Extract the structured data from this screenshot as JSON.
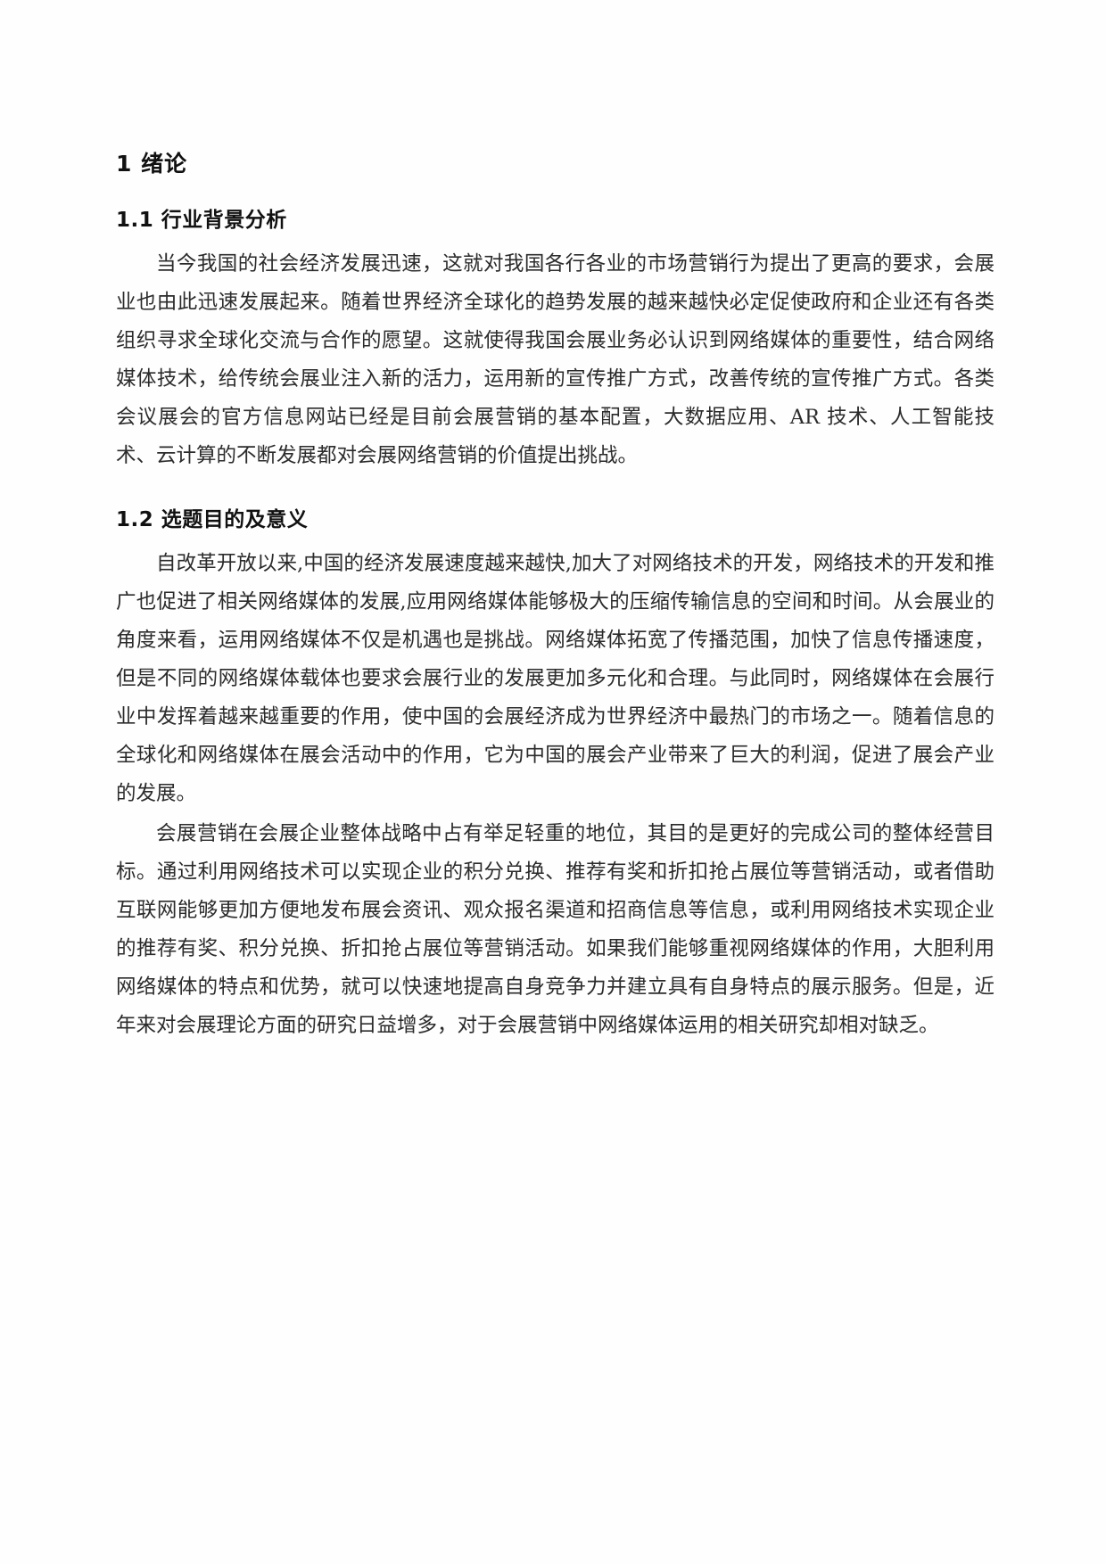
{
  "document": {
    "chapter_heading": "1 绪论",
    "sections": [
      {
        "heading": "1.1 行业背景分析",
        "paragraphs": [
          "当今我国的社会经济发展迅速，这就对我国各行各业的市场营销行为提出了更高的要求，会展业也由此迅速发展起来。随着世界经济全球化的趋势发展的越来越快必定促使政府和企业还有各类组织寻求全球化交流与合作的愿望。这就使得我国会展业务必认识到网络媒体的重要性，结合网络媒体技术，给传统会展业注入新的活力，运用新的宣传推广方式，改善传统的宣传推广方式。各类会议展会的官方信息网站已经是目前会展营销的基本配置，大数据应用、AR 技术、人工智能技术、云计算的不断发展都对会展网络营销的价值提出挑战。"
        ]
      },
      {
        "heading": "1.2 选题目的及意义",
        "paragraphs": [
          "自改革开放以来,中国的经济发展速度越来越快,加大了对网络技术的开发，网络技术的开发和推广也促进了相关网络媒体的发展,应用网络媒体能够极大的压缩传输信息的空间和时间。从会展业的角度来看，运用网络媒体不仅是机遇也是挑战。网络媒体拓宽了传播范围，加快了信息传播速度，但是不同的网络媒体载体也要求会展行业的发展更加多元化和合理。与此同时，网络媒体在会展行业中发挥着越来越重要的作用，使中国的会展经济成为世界经济中最热门的市场之一。随着信息的全球化和网络媒体在展会活动中的作用，它为中国的展会产业带来了巨大的利润，促进了展会产业的发展。",
          "会展营销在会展企业整体战略中占有举足轻重的地位，其目的是更好的完成公司的整体经营目标。通过利用网络技术可以实现企业的积分兑换、推荐有奖和折扣抢占展位等营销活动，或者借助互联网能够更加方便地发布展会资讯、观众报名渠道和招商信息等信息，或利用网络技术实现企业的推荐有奖、积分兑换、折扣抢占展位等营销活动。如果我们能够重视网络媒体的作用，大胆利用网络媒体的特点和优势，就可以快速地提高自身竞争力并建立具有自身特点的展示服务。但是，近年来对会展理论方面的研究日益增多，对于会展营销中网络媒体运用的相关研究却相对缺乏。"
        ]
      }
    ]
  }
}
